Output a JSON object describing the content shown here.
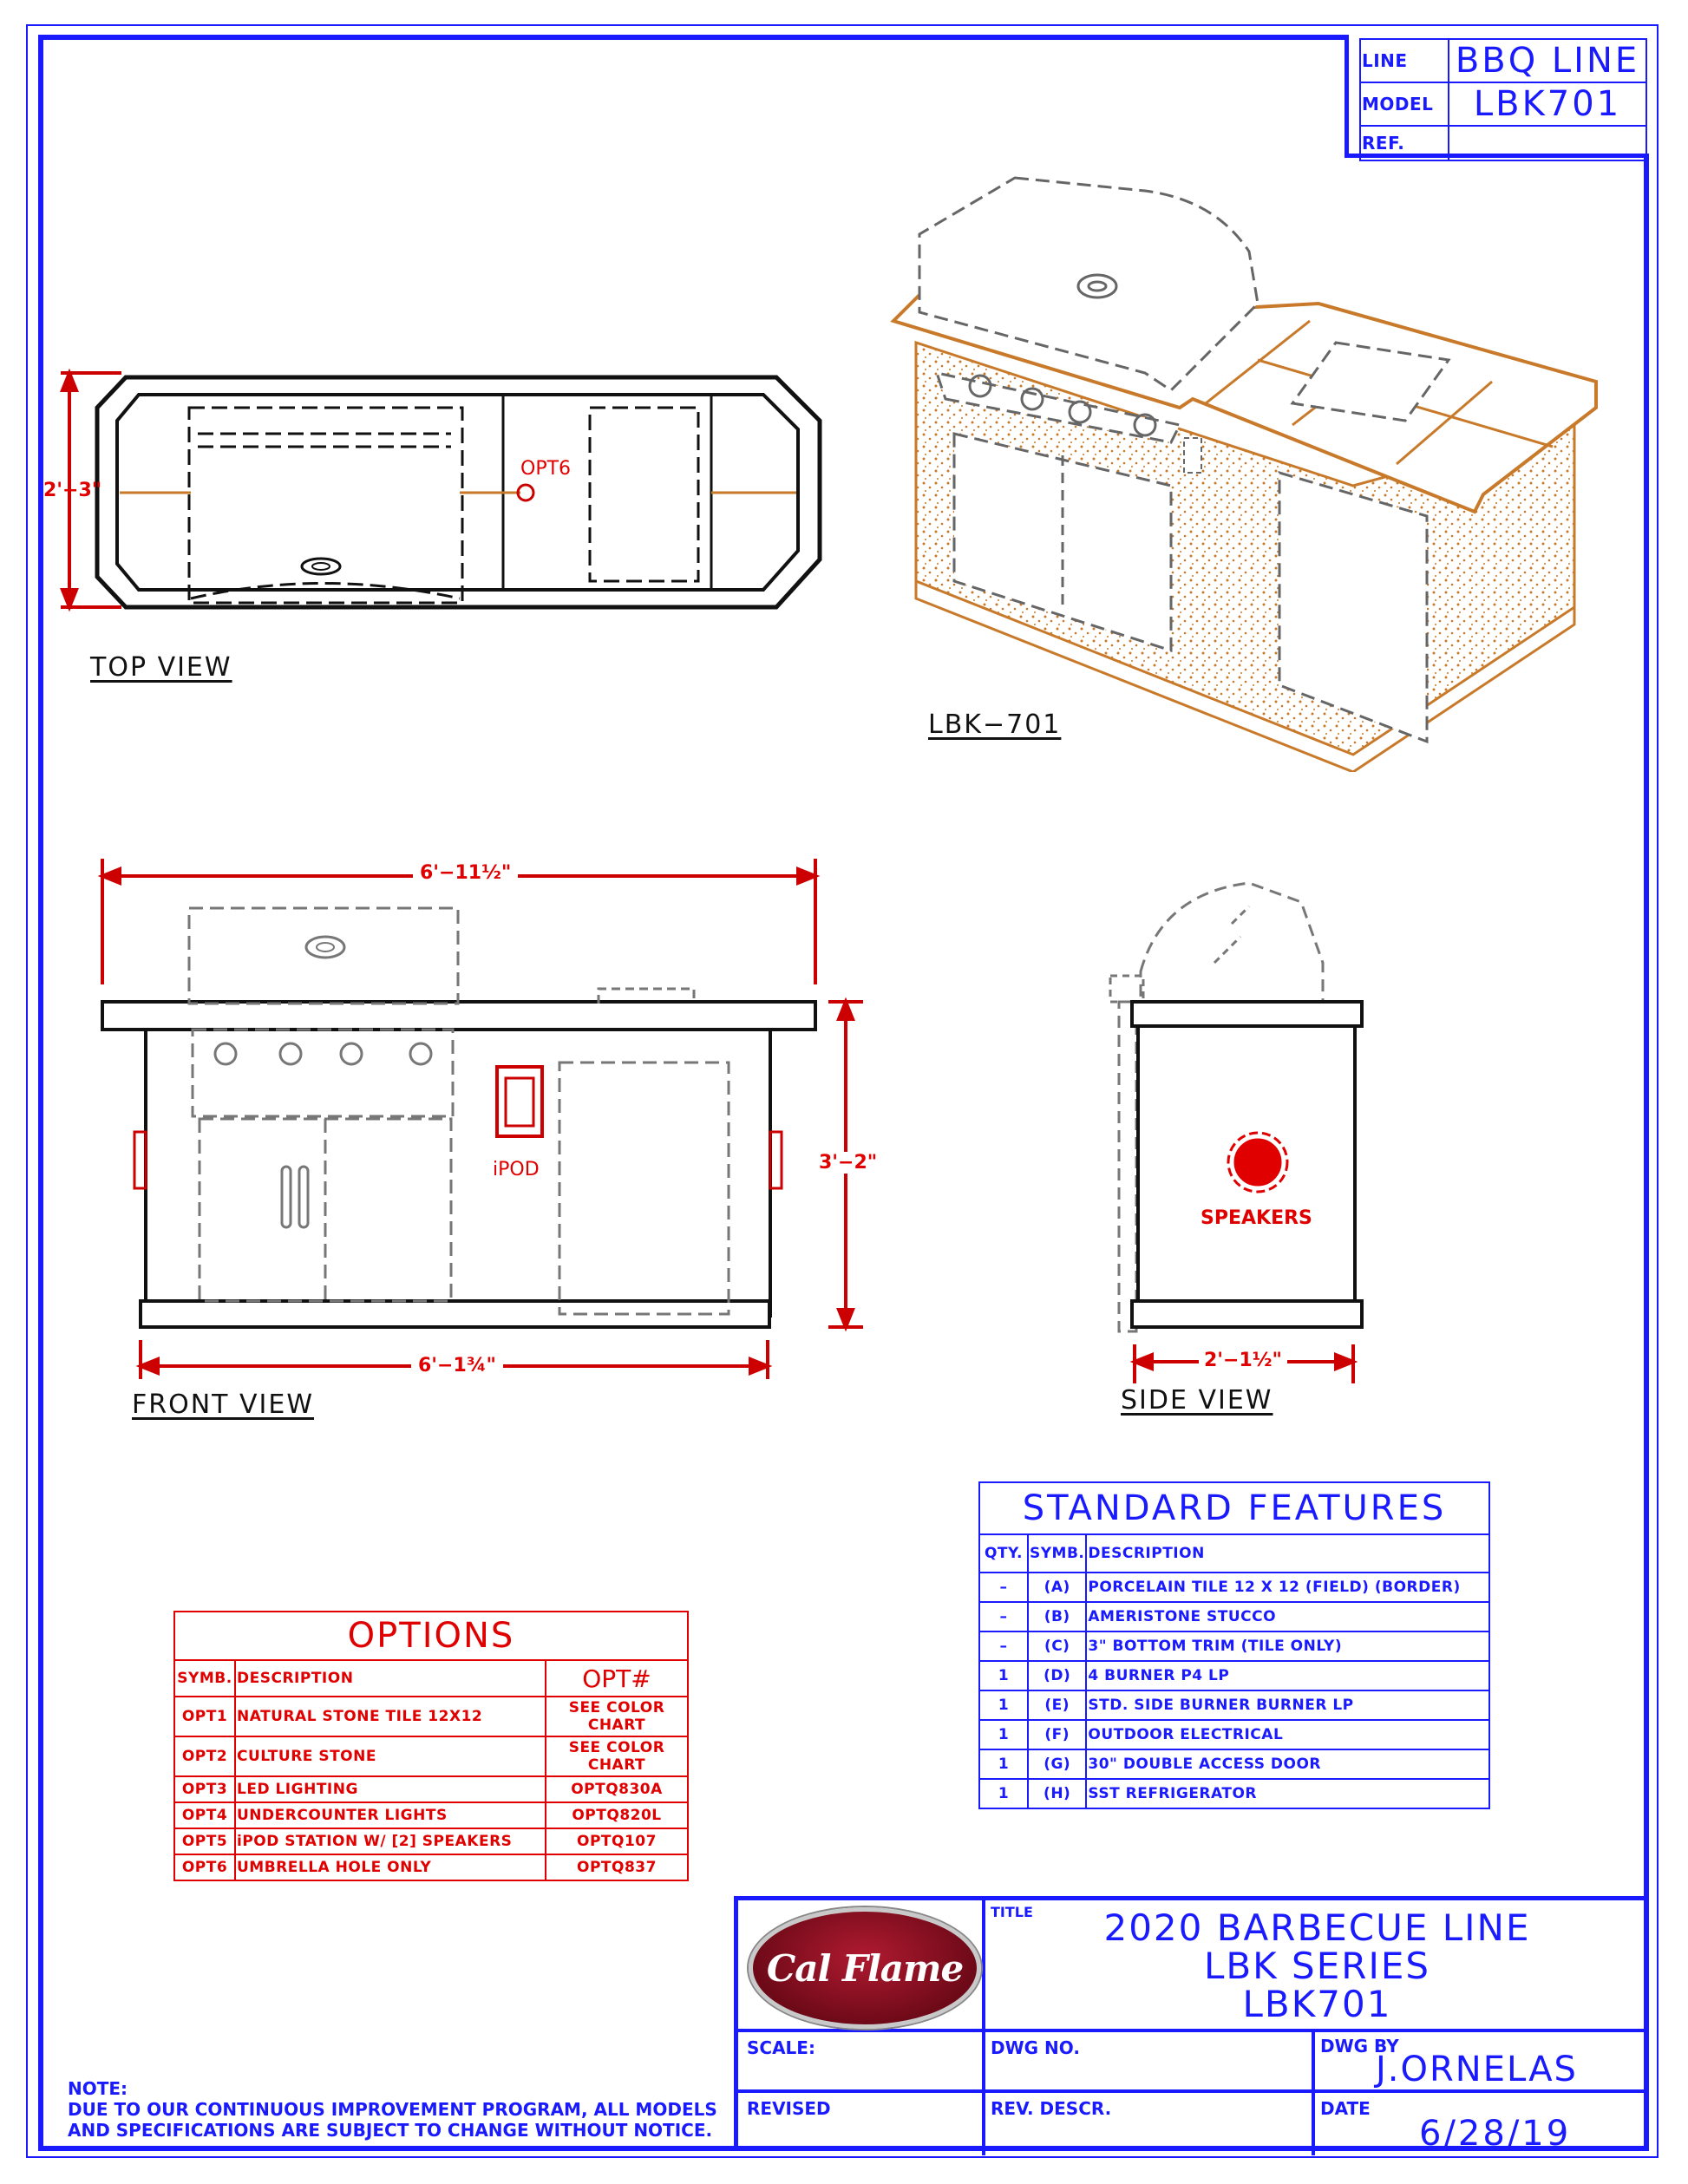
{
  "title_block": {
    "line_label": "LINE",
    "line_value": "BBQ LINE",
    "model_label": "MODEL",
    "model_value": "LBK701",
    "ref_label": "REF.",
    "ref_value": ""
  },
  "views": {
    "top_view": "TOP VIEW",
    "front_view": "FRONT VIEW",
    "side_view": "SIDE VIEW",
    "iso_label": "LBK−701"
  },
  "dimensions": {
    "top_depth": "2'−3\"",
    "top_opt": "OPT6",
    "front_width_top": "6'−11½\"",
    "front_width_bottom": "6'−1¾\"",
    "front_height": "3'−2\"",
    "side_depth": "2'−1½\"",
    "ipod": "iPOD",
    "speakers": "SPEAKERS"
  },
  "standard_features": {
    "title": "STANDARD FEATURES",
    "headers": [
      "QTY.",
      "SYMB.",
      "DESCRIPTION"
    ],
    "rows": [
      [
        "–",
        "(A)",
        "PORCELAIN TILE 12 X 12 (FIELD) (BORDER)"
      ],
      [
        "–",
        "(B)",
        "AMERISTONE STUCCO"
      ],
      [
        "–",
        "(C)",
        "3\" BOTTOM TRIM (TILE ONLY)"
      ],
      [
        "1",
        "(D)",
        "4 BURNER P4 LP"
      ],
      [
        "1",
        "(E)",
        "STD. SIDE BURNER BURNER LP"
      ],
      [
        "1",
        "(F)",
        "OUTDOOR ELECTRICAL"
      ],
      [
        "1",
        "(G)",
        "30\" DOUBLE ACCESS DOOR"
      ],
      [
        "1",
        "(H)",
        "SST REFRIGERATOR"
      ]
    ]
  },
  "options": {
    "title": "OPTIONS",
    "headers": [
      "SYMB.",
      "DESCRIPTION",
      "OPT#"
    ],
    "rows": [
      [
        "OPT1",
        "NATURAL STONE TILE 12X12",
        "SEE COLOR CHART"
      ],
      [
        "OPT2",
        "CULTURE STONE",
        "SEE COLOR CHART"
      ],
      [
        "OPT3",
        "LED LIGHTING",
        "OPTQ830A"
      ],
      [
        "OPT4",
        "UNDERCOUNTER LIGHTS",
        "OPTQ820L"
      ],
      [
        "OPT5",
        "iPOD STATION W/ [2] SPEAKERS",
        "OPTQ107"
      ],
      [
        "OPT6",
        "UMBRELLA HOLE ONLY",
        "OPTQ837"
      ]
    ]
  },
  "footer": {
    "logo_text": "Cal Flame",
    "title_label": "TITLE",
    "title_line1": "2020 BARBECUE LINE",
    "title_line2": "LBK SERIES",
    "title_line3": "LBK701",
    "scale_label": "SCALE:",
    "dwg_no_label": "DWG NO.",
    "dwg_by_label": "DWG BY",
    "dwg_by_value": "J.ORNELAS",
    "revised_label": "REVISED",
    "rev_descr_label": "REV. DESCR.",
    "date_label": "DATE",
    "date_value": "6/28/19",
    "note_title": "NOTE:",
    "note_line1": "DUE TO OUR CONTINUOUS IMPROVEMENT PROGRAM, ALL MODELS",
    "note_line2": "AND SPECIFICATIONS ARE SUBJECT TO CHANGE WITHOUT NOTICE."
  },
  "colors": {
    "border": "#1a1aff",
    "dimension": "#cc0000",
    "accent": "#c87a2a",
    "line": "#111111"
  }
}
